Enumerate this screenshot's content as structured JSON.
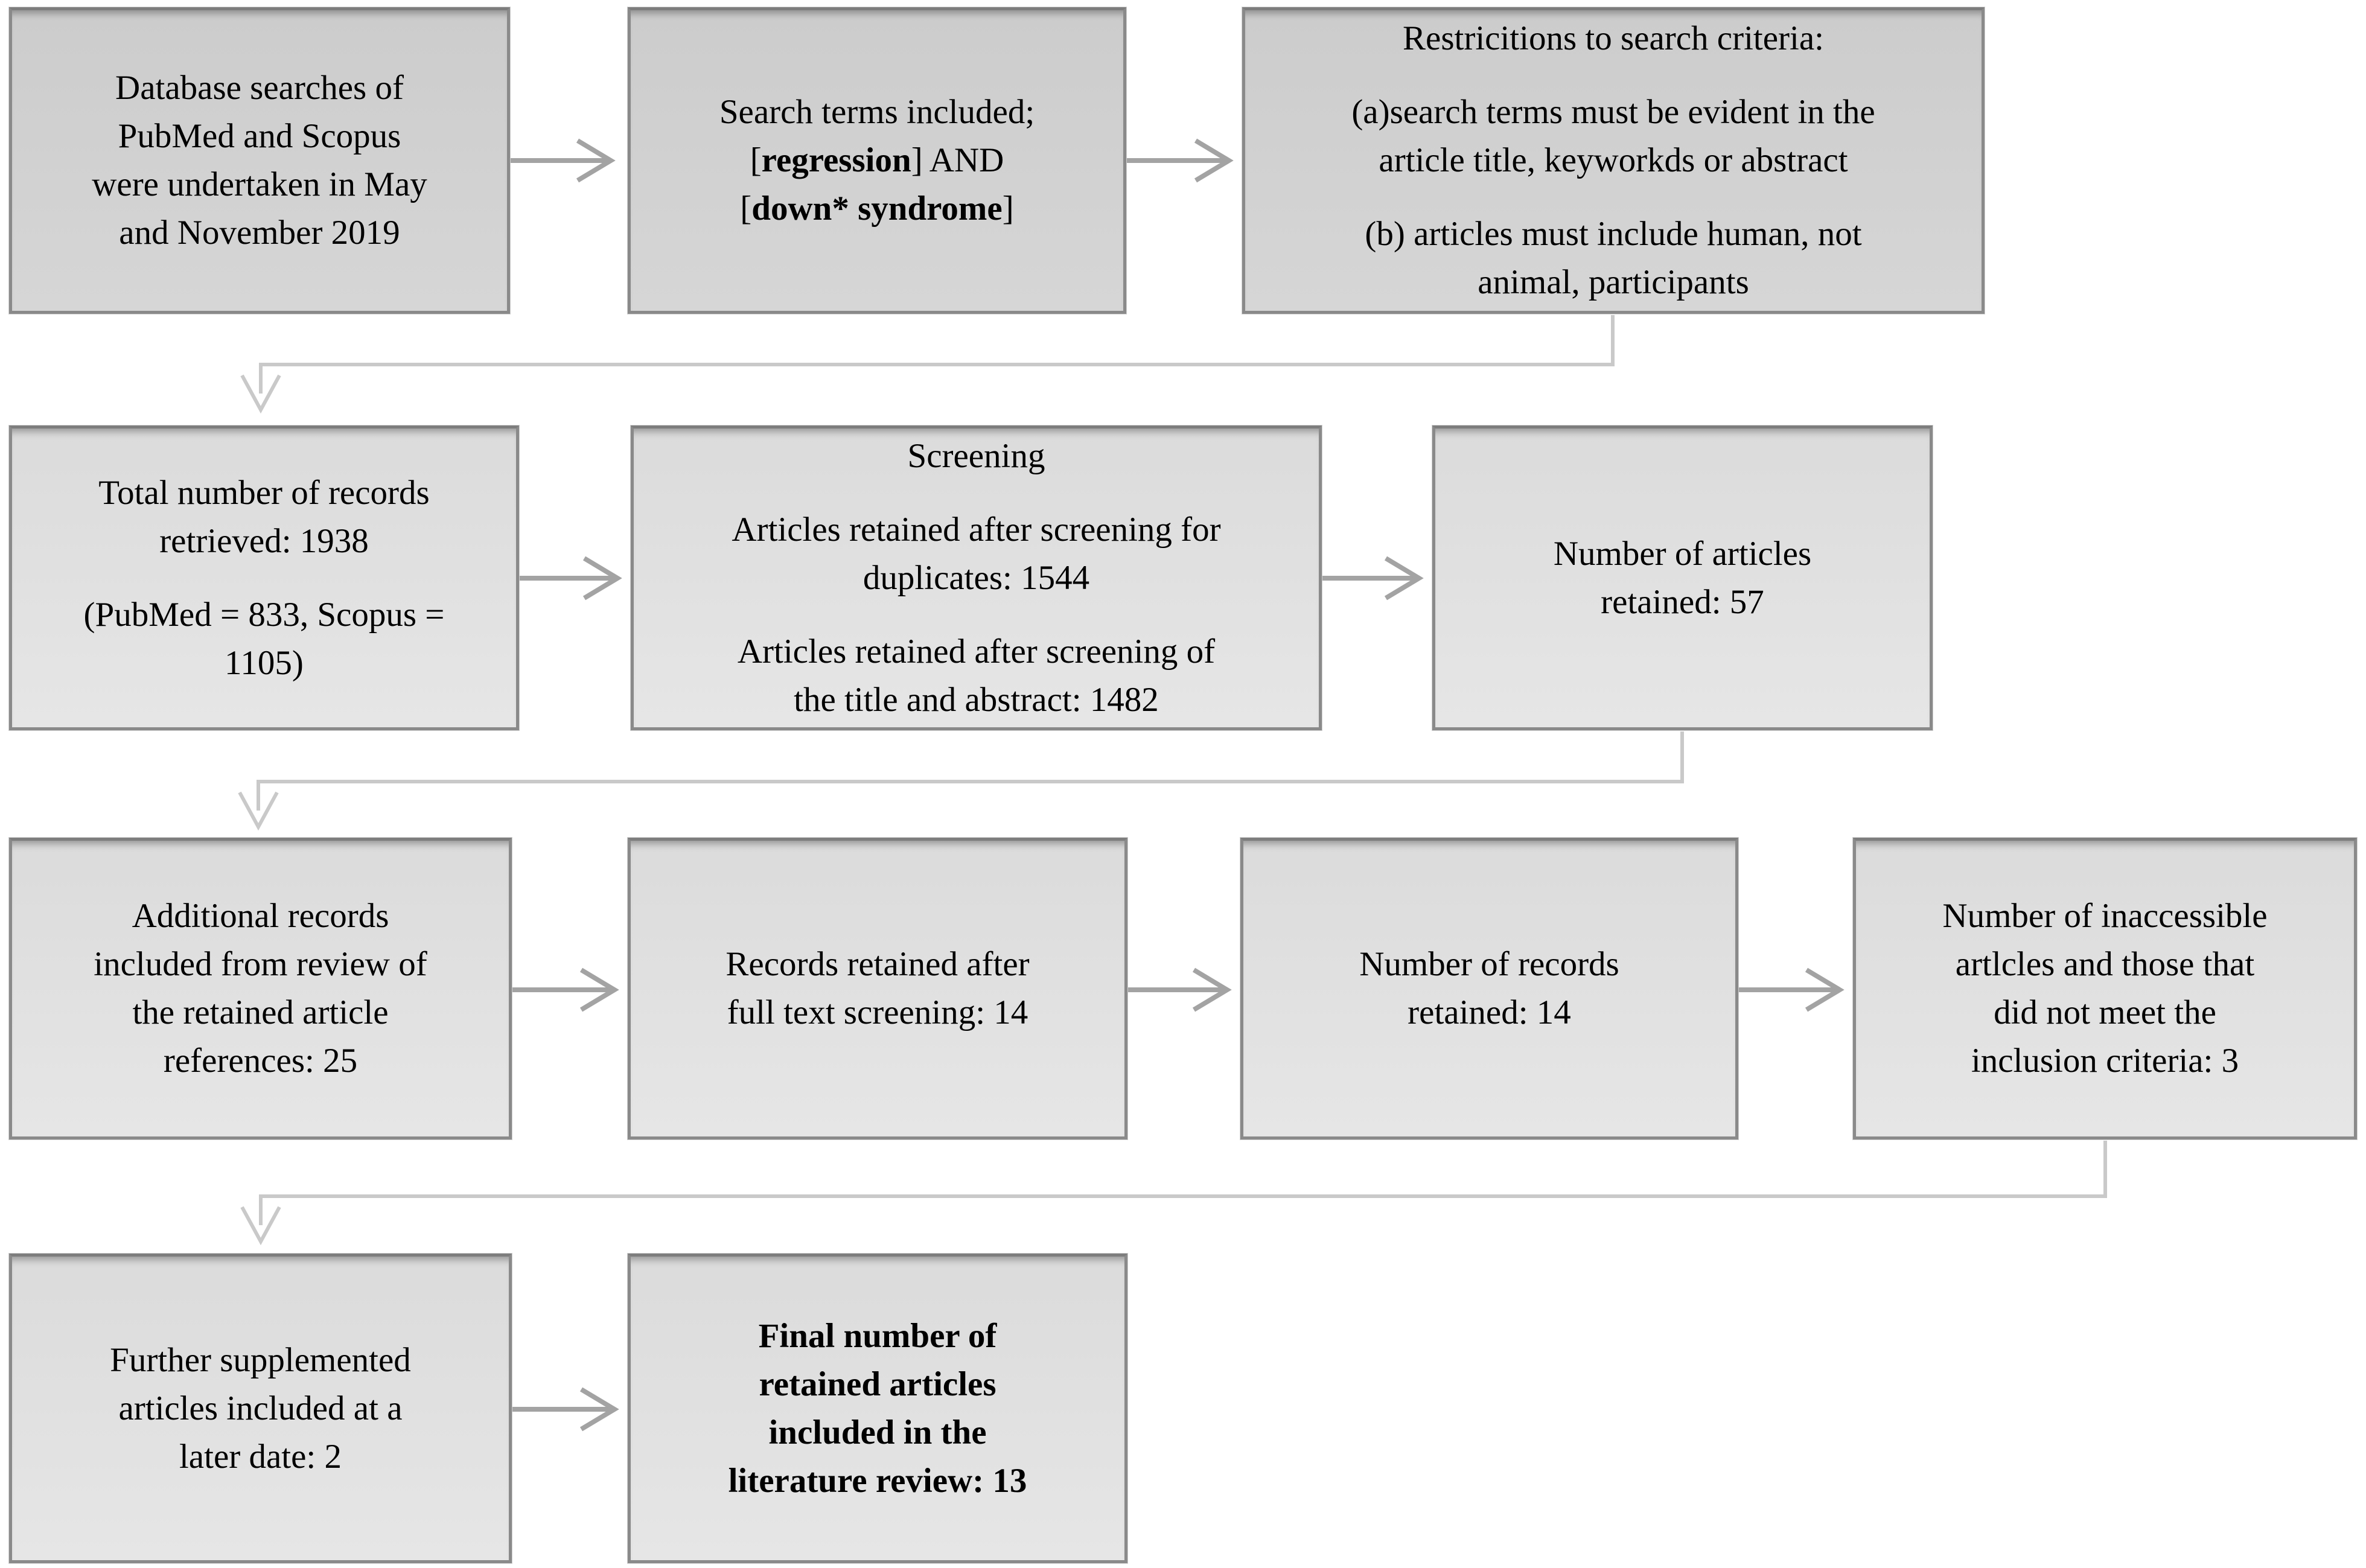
{
  "figure_type": "flowchart",
  "styles": {
    "background": "#ffffff",
    "text": "#000000",
    "box_border": "#8a8a8a",
    "box_fill_dark_top": "#cccccc",
    "box_fill_dark_bottom": "#d6d6d6",
    "box_fill_light_top": "#dbdbdb",
    "box_fill_light_bottom": "#e6e6e6",
    "arrow": "#a3a3a3",
    "connector": "#c9c9c9"
  },
  "boxes": [
    {
      "id": "database-searches",
      "emphasis": false,
      "paragraphs": [
        {
          "lines": [
            "Database searches of",
            "PubMed and Scopus",
            "were undertaken in May",
            "and November 2019"
          ]
        }
      ]
    },
    {
      "id": "search-terms",
      "emphasis": false,
      "paragraphs": [
        {
          "lines": [
            "Search terms included;",
            [
              {
                "t": "["
              },
              {
                "t": "regression",
                "b": true
              },
              {
                "t": "] AND"
              }
            ],
            [
              {
                "t": "["
              },
              {
                "t": "down* syndrome",
                "b": true
              },
              {
                "t": "]"
              }
            ]
          ]
        }
      ]
    },
    {
      "id": "restrictions",
      "emphasis": false,
      "paragraphs": [
        {
          "lines": [
            "Restricitions to search criteria:"
          ]
        },
        {
          "lines": [
            "(a)search terms must be evident in the",
            "article title, keyworkds or abstract"
          ]
        },
        {
          "lines": [
            "(b) articles must include human, not",
            "animal, participants"
          ]
        }
      ]
    },
    {
      "id": "total-records",
      "emphasis": false,
      "paragraphs": [
        {
          "lines": [
            "Total number of records",
            "retrieved: 1938"
          ]
        },
        {
          "lines": [
            "(PubMed = 833, Scopus =",
            "1105)"
          ]
        }
      ]
    },
    {
      "id": "screening",
      "emphasis": false,
      "paragraphs": [
        {
          "lines": [
            "Screening"
          ]
        },
        {
          "lines": [
            "Articles retained after screening for",
            "duplicates: 1544"
          ]
        },
        {
          "lines": [
            "Articles retained after screening of",
            "the title and abstract: 1482"
          ]
        }
      ]
    },
    {
      "id": "articles-retained",
      "emphasis": false,
      "paragraphs": [
        {
          "lines": [
            "Number of articles",
            "retained: 57"
          ]
        }
      ]
    },
    {
      "id": "additional-records",
      "emphasis": false,
      "paragraphs": [
        {
          "lines": [
            "Additional records",
            "included from review of",
            "the retained article",
            "references: 25"
          ]
        }
      ]
    },
    {
      "id": "full-text-screening",
      "emphasis": false,
      "paragraphs": [
        {
          "lines": [
            "Records retained after",
            "full text screening: 14"
          ]
        }
      ]
    },
    {
      "id": "records-retained",
      "emphasis": false,
      "paragraphs": [
        {
          "lines": [
            "Number of records",
            "retained: 14"
          ]
        }
      ]
    },
    {
      "id": "inaccessible-articles",
      "emphasis": false,
      "paragraphs": [
        {
          "lines": [
            "Number of inaccessible",
            "artlcles and those that",
            "did not meet the",
            "inclusion criteria: 3"
          ]
        }
      ]
    },
    {
      "id": "supplemented-articles",
      "emphasis": false,
      "paragraphs": [
        {
          "lines": [
            "Further supplemented",
            "articles included at a",
            "later date: 2"
          ]
        }
      ]
    },
    {
      "id": "final-retained",
      "emphasis": true,
      "paragraphs": [
        {
          "lines": [
            "Final number of",
            "retained articles",
            "included in the",
            "literature review: 13"
          ]
        }
      ]
    }
  ],
  "connectors": [
    {
      "from": "database-searches",
      "to": "search-terms",
      "type": "arrow-right"
    },
    {
      "from": "search-terms",
      "to": "restrictions",
      "type": "arrow-right"
    },
    {
      "from": "restrictions",
      "to": "total-records",
      "type": "elbow-down"
    },
    {
      "from": "total-records",
      "to": "screening",
      "type": "arrow-right"
    },
    {
      "from": "screening",
      "to": "articles-retained",
      "type": "arrow-right"
    },
    {
      "from": "articles-retained",
      "to": "additional-records",
      "type": "elbow-down"
    },
    {
      "from": "additional-records",
      "to": "full-text-screening",
      "type": "arrow-right"
    },
    {
      "from": "full-text-screening",
      "to": "records-retained",
      "type": "arrow-right"
    },
    {
      "from": "records-retained",
      "to": "inaccessible-articles",
      "type": "arrow-right"
    },
    {
      "from": "inaccessible-articles",
      "to": "supplemented-articles",
      "type": "elbow-down"
    },
    {
      "from": "supplemented-articles",
      "to": "final-retained",
      "type": "arrow-right"
    }
  ]
}
